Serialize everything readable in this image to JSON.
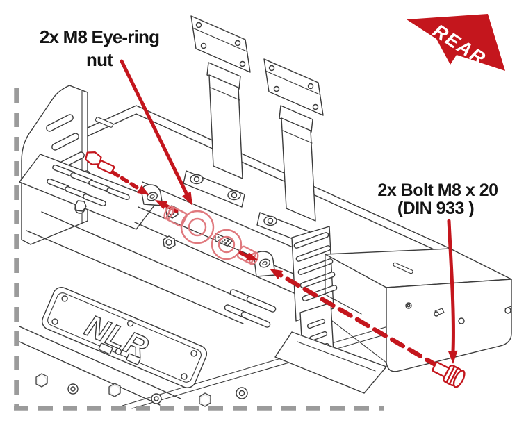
{
  "callouts": {
    "eye_ring": {
      "line1": "2x M8 Eye-ring",
      "line2": "nut"
    },
    "bolt": {
      "line1": "2x Bolt M8 x 20",
      "line2": "(DIN 933 )"
    }
  },
  "badge": {
    "label": "REAR"
  },
  "chassis": {
    "logo": "NLR"
  },
  "colors": {
    "annotation_red": "#c4161d",
    "eye_ring_pink": "#e0797e",
    "line_dark": "#3b3b3b",
    "crop_gray": "#9b9b9b",
    "text_black": "#141414",
    "badge_text": "#ffffff",
    "bg": "#ffffff"
  }
}
